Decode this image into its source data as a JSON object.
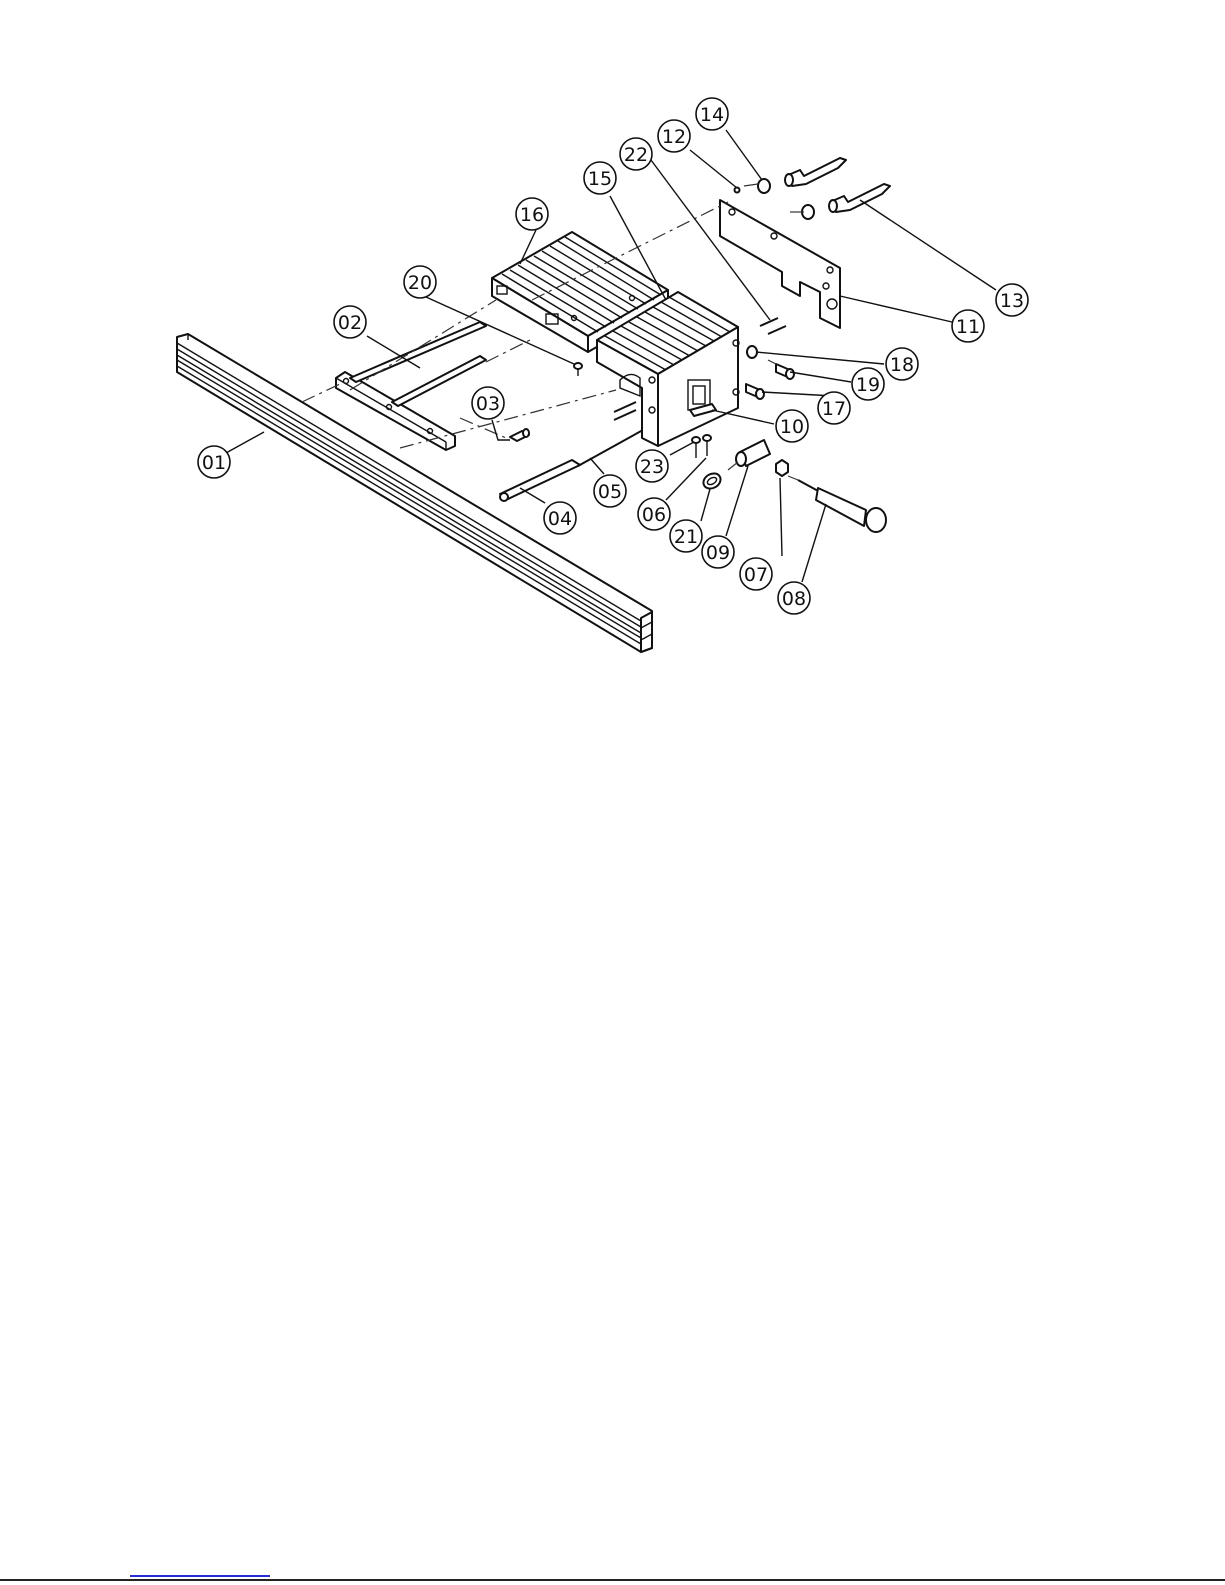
{
  "balloons": [
    {
      "id": "b01",
      "label": "01"
    },
    {
      "id": "b02",
      "label": "02"
    },
    {
      "id": "b03",
      "label": "03"
    },
    {
      "id": "b04",
      "label": "04"
    },
    {
      "id": "b05",
      "label": "05"
    },
    {
      "id": "b06",
      "label": "06"
    },
    {
      "id": "b07",
      "label": "07"
    },
    {
      "id": "b08",
      "label": "08"
    },
    {
      "id": "b09",
      "label": "09"
    },
    {
      "id": "b10",
      "label": "10"
    },
    {
      "id": "b11",
      "label": "11"
    },
    {
      "id": "b12",
      "label": "12"
    },
    {
      "id": "b13",
      "label": "13"
    },
    {
      "id": "b14",
      "label": "14"
    },
    {
      "id": "b15",
      "label": "15"
    },
    {
      "id": "b16",
      "label": "16"
    },
    {
      "id": "b17",
      "label": "17"
    },
    {
      "id": "b18",
      "label": "18"
    },
    {
      "id": "b19",
      "label": "19"
    },
    {
      "id": "b20",
      "label": "20"
    },
    {
      "id": "b21",
      "label": "21"
    },
    {
      "id": "b22",
      "label": "22"
    },
    {
      "id": "b23",
      "label": "23"
    }
  ],
  "colors": {
    "ink": "#111111",
    "paper": "#ffffff",
    "link": "#2a2ad8"
  }
}
